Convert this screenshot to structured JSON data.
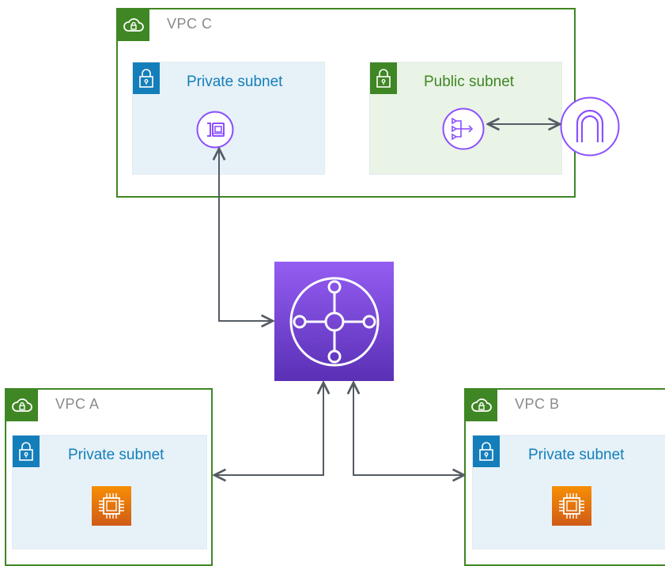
{
  "vpc_c": {
    "label": "VPC C",
    "private_subnet": {
      "label": "Private subnet",
      "resource_icon": "vpc-endpoint-icon"
    },
    "public_subnet": {
      "label": "Public subnet",
      "resource_icon": "load-balancer-icon"
    }
  },
  "vpc_a": {
    "label": "VPC A",
    "private_subnet": {
      "label": "Private subnet",
      "resource_icon": "ec2-instance-icon"
    }
  },
  "vpc_b": {
    "label": "VPC B",
    "private_subnet": {
      "label": "Private subnet",
      "resource_icon": "ec2-instance-icon"
    }
  },
  "center_icon": "transit-gateway-icon",
  "external_icon": "internet-gateway-icon",
  "colors": {
    "vpc_border": "#3f8624",
    "private_subnet_fill": "#e6f2f8",
    "public_subnet_fill": "#e9f3e6",
    "private_accent": "#147eba",
    "public_accent": "#3f8624",
    "network_purple": "#8c4fff",
    "compute_orange": "#ed7100",
    "connector": "#545b64"
  }
}
